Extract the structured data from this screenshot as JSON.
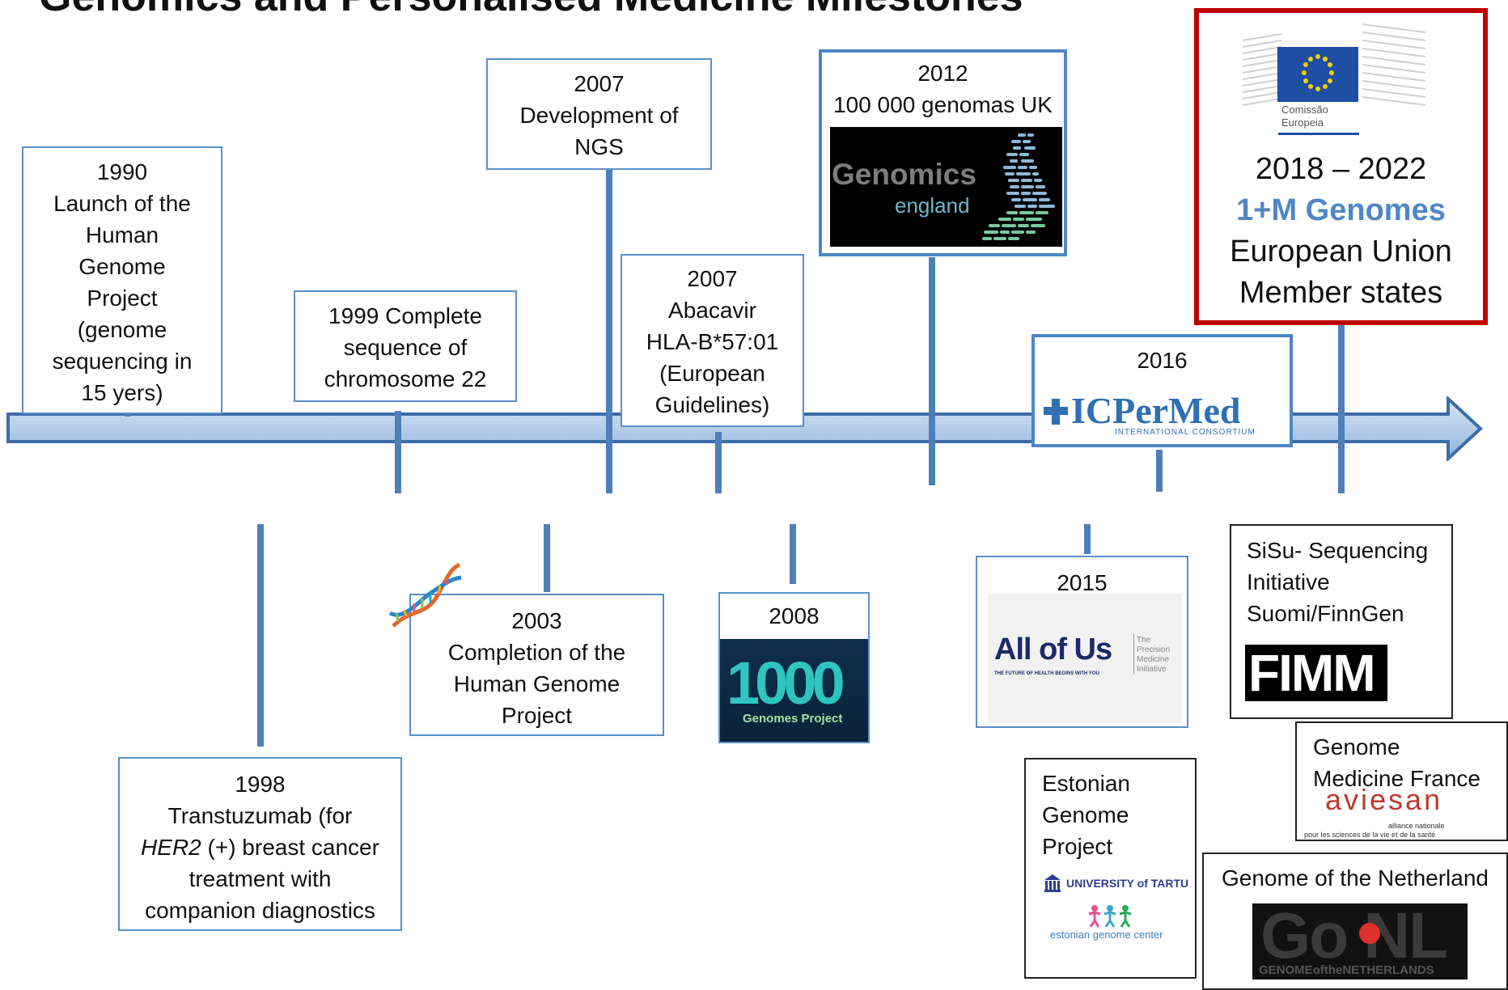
{
  "title": "Genomics and Personalised Medicine Milestones",
  "colors": {
    "arrow_fill": "#bcd3ee",
    "arrow_stroke": "#3d6ca6",
    "box_border": "#5b8fc9",
    "highlight_border": "#c00000",
    "highlight_text": "#4f86c6"
  },
  "above": {
    "m1990": [
      "1990",
      "Launch of the",
      "Human",
      "Genome",
      "Project",
      "(genome",
      "sequencing in",
      "15 yers)"
    ],
    "m1999": [
      "1999 Complete",
      "sequence of",
      "chromosome 22"
    ],
    "m2007ngs": [
      "2007",
      "Development of",
      "NGS"
    ],
    "m2007abacavir": [
      "2007",
      "Abacavir",
      "HLA-B*57:01",
      "(European",
      "Guidelines)"
    ],
    "m2012": {
      "year": "2012",
      "text": "100 000 genomas UK",
      "logo_word1": "Genomics",
      "logo_word2": "england"
    },
    "m2016": {
      "year": "2016",
      "logo": "ICPerMed",
      "logo_sub": "INTERNATIONAL CONSORTIUM"
    },
    "m2018": {
      "logo_text1": "Comissão",
      "logo_text2": "Europeia",
      "years": "2018 – 2022",
      "highlight": "1+M Genomes",
      "line3": "European Union",
      "line4": "Member states"
    }
  },
  "below": {
    "m1998": {
      "year": "1998",
      "l1": "Transtuzumab  (for",
      "l2_italic": "HER2",
      "l2_rest": " (+) breast cancer",
      "l3": "treatment with",
      "l4": "companion diagnostics"
    },
    "m2003": [
      "2003",
      "Completion of the",
      "Human Genome",
      "Project"
    ],
    "m2008": {
      "year": "2008",
      "logo_num": "1000",
      "logo_text": "Genomes Project"
    },
    "m2015": {
      "year": "2015",
      "logo_main": "All of Us",
      "logo_side": [
        "The",
        "Precision",
        "Medicine",
        "Initiative"
      ],
      "logo_tag": "THE FUTURE OF HEALTH BEGINS WITH YOU"
    },
    "sisu": {
      "lines": [
        "SiSu- Sequencing",
        "Initiative",
        "Suomi/FinnGen"
      ],
      "logo": "FIMM"
    },
    "estonia": {
      "lines": [
        "Estonian",
        "Genome",
        "Project"
      ],
      "logo1": "UNIVERSITY of TARTU",
      "logo2": "estonian genome center"
    },
    "france": {
      "lines": [
        "Genome",
        "Medicine France"
      ],
      "logo": "aviesan",
      "logo_sub1": "alliance nationale",
      "logo_sub2": "pour les sciences de la vie et de la santé"
    },
    "netherlands": {
      "line": "Genome of the Netherland",
      "logo": "Go NL",
      "logo_sub": "GENOMEoftheNETHERLANDS"
    }
  }
}
